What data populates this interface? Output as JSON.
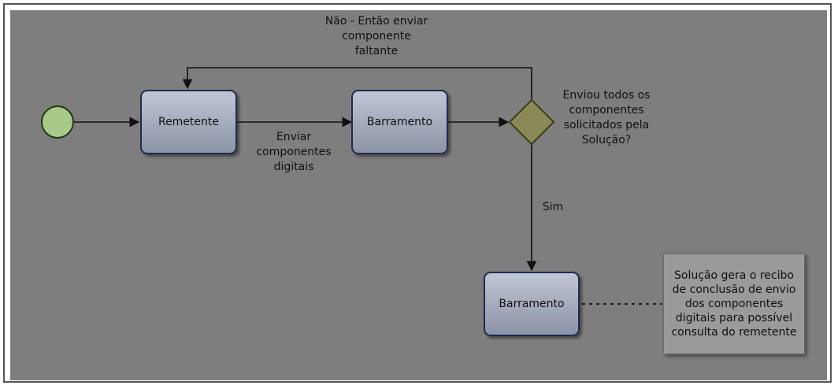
{
  "nodes": {
    "task_remetente": "Remetente",
    "task_barramento_1": "Barramento",
    "task_barramento_2": "Barramento"
  },
  "gateway": {
    "question": "Enviou todos os\ncomponentes\nsolicitados pela\nSolução?"
  },
  "flows": {
    "send_digital_components": "Enviar\ncomponentes\ndigitais",
    "no_send_missing": "Não - Então enviar\ncomponente\nfaltante",
    "yes": "Sim"
  },
  "annotation": "Solução gera o recibo\nde conclusão de envio\ndos componentes\ndigitais para possível\nconsulta do remetente",
  "colors": {
    "canvas": "#7e7e7e",
    "start_event": "#a9c98a",
    "gateway": "#8a8a58",
    "task_border": "#1f2b4a"
  }
}
